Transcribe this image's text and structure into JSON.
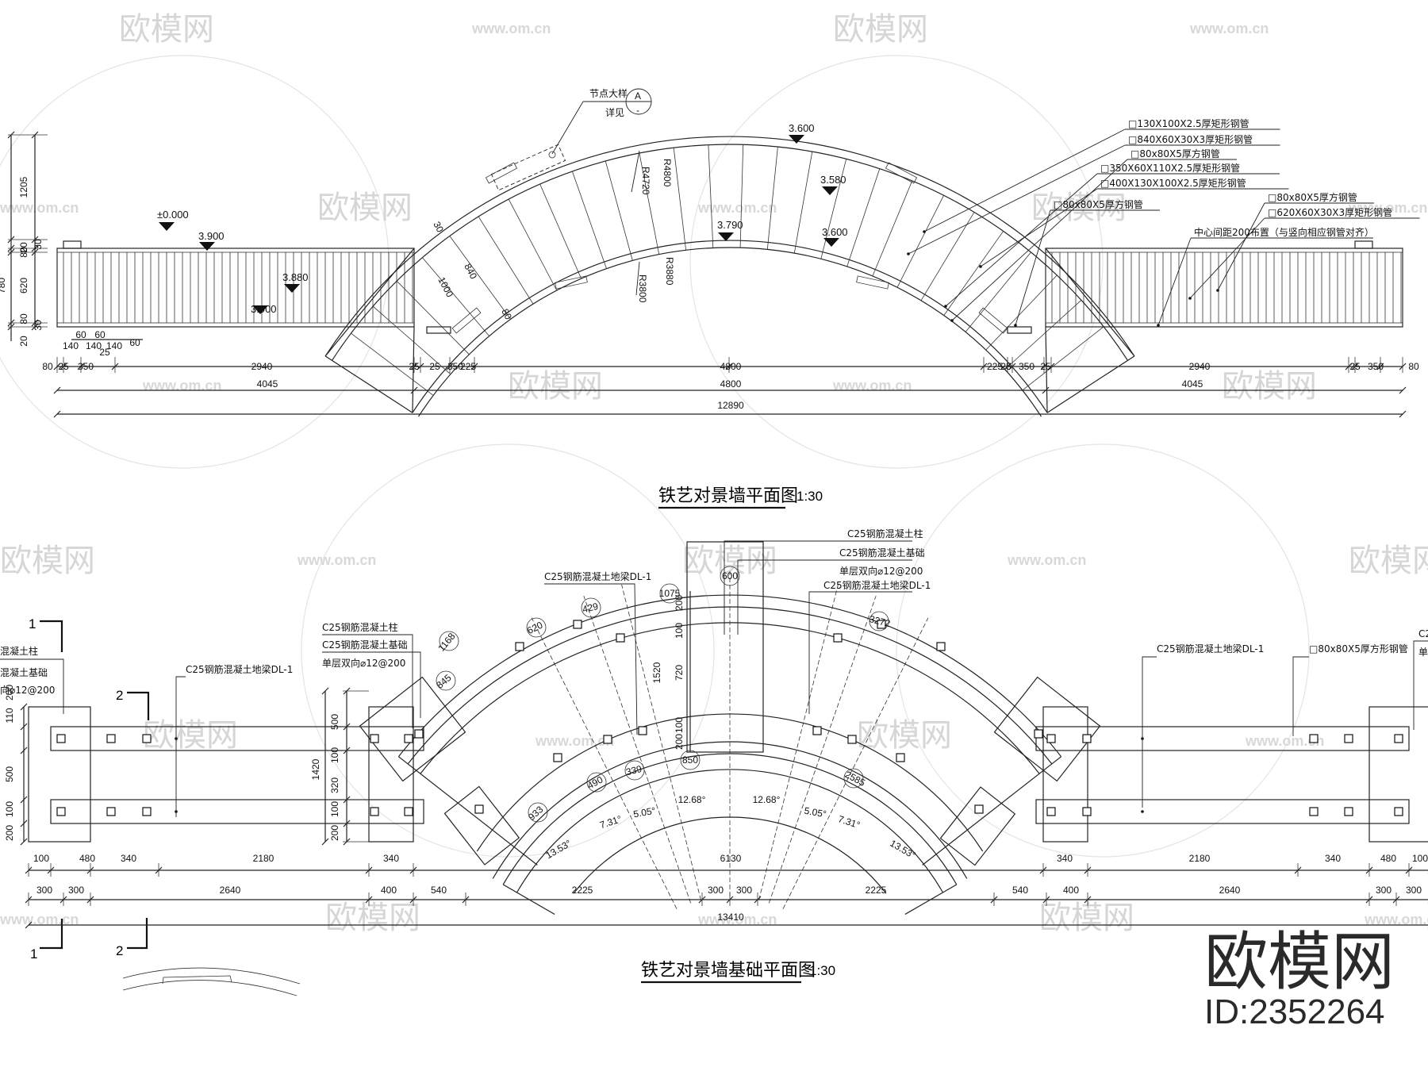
{
  "titles": {
    "plan": "铁艺对景墙平面图",
    "plan_scale": "1:30",
    "foundation": "铁艺对景墙基础平面图",
    "foundation_scale": "1:30"
  },
  "brand": {
    "name": "欧模网",
    "id": "ID:2352264"
  },
  "watermark": {
    "logo_text": "欧模网",
    "url": "www.om.cn"
  },
  "detail_ref": {
    "label_top": "节点大样",
    "label_bottom": "详见",
    "circle_top": "A",
    "circle_bottom": "-"
  },
  "elevations": {
    "e1": "±0.000",
    "e2": "3.900",
    "e3": "3.880",
    "e4": "3.900",
    "e5": "3.600",
    "e6": "3.580",
    "e7": "3.790",
    "e8": "3.600"
  },
  "radii": {
    "r1": "R4800",
    "r2": "R4720",
    "r3": "R3880",
    "r4": "R3800"
  },
  "plan_notes": [
    "□130X100X2.5厚矩形钢管",
    "□840X60X30X3厚矩形钢管",
    "□80x80X5厚方钢管",
    "□350X60X110X2.5厚矩形钢管",
    "□400X130X100X2.5厚矩形钢管",
    "□80x80X5厚方钢管",
    "□80x80X5厚方钢管",
    "□620X60X30X3厚矩形钢管",
    "中心间距200布置（与竖向相应钢管对齐）"
  ],
  "plan_dims": {
    "left_vertical": [
      "1205",
      "30",
      "20",
      "80",
      "620",
      "780",
      "80",
      "30",
      "20"
    ],
    "small_row": [
      "60",
      "60",
      "140",
      "140",
      "140",
      "60",
      "25"
    ],
    "row1": [
      "80",
      "25",
      "350",
      "2940",
      "25",
      "25",
      "350",
      "225",
      "4800",
      "225",
      "25",
      "350",
      "25",
      "2940",
      "25",
      "350",
      "80"
    ],
    "row2": [
      "4045",
      "4800",
      "4045"
    ],
    "row3": "12890",
    "inner": [
      "30",
      "840",
      "1000",
      "80"
    ]
  },
  "foundation_notes": {
    "col_top": "C25钢筋混凝土柱",
    "base_top": "C25钢筋混凝土基础",
    "rebar_top": "单层双向⌀12@200",
    "beam_top": "C25钢筋混凝土地梁DL-1",
    "beam_left": "C25钢筋混凝土地梁DL-1",
    "col_left": "C25钢筋混凝土柱",
    "base_left": "C25钢筋混凝土基础",
    "rebar_left": "单层双向⌀12@200",
    "beam_mid": "C25钢筋混凝土地梁DL-1",
    "edge_col": "混凝土柱",
    "edge_base": "混凝土基础",
    "edge_rebar": "向⌀12@200",
    "beam_right": "C25钢筋混凝土地梁DL-1",
    "pipe_right": "□80x80X5厚方形钢管",
    "edge_right_top": "C2",
    "edge_right_bot": "单"
  },
  "section_marks": {
    "s1": "1",
    "s2": "2"
  },
  "foundation_dims": {
    "arc": [
      "620",
      "429",
      "1075",
      "600",
      "3272",
      "845",
      "1168",
      "1520",
      "720",
      "490",
      "339",
      "850",
      "2585",
      "933"
    ],
    "angles": [
      "13.53°",
      "7.31°",
      "5.05°",
      "12.68°",
      "12.68°",
      "5.05°",
      "7.31°",
      "13.53°"
    ],
    "vert_left": [
      "200",
      "110",
      "500",
      "100",
      "200"
    ],
    "vert_mid": [
      "500",
      "100",
      "320",
      "100",
      "200"
    ],
    "vert_mid_total": "1420",
    "vert_center": [
      "100",
      "200",
      "100",
      "200"
    ],
    "row1": [
      "100",
      "480",
      "340",
      "2180",
      "340",
      "6130",
      "340",
      "2180",
      "340",
      "480",
      "100"
    ],
    "row2": [
      "300",
      "300",
      "2640",
      "400",
      "540",
      "2225",
      "300",
      "300",
      "2225",
      "540",
      "400",
      "2640",
      "300",
      "300"
    ],
    "row3": "13410"
  }
}
